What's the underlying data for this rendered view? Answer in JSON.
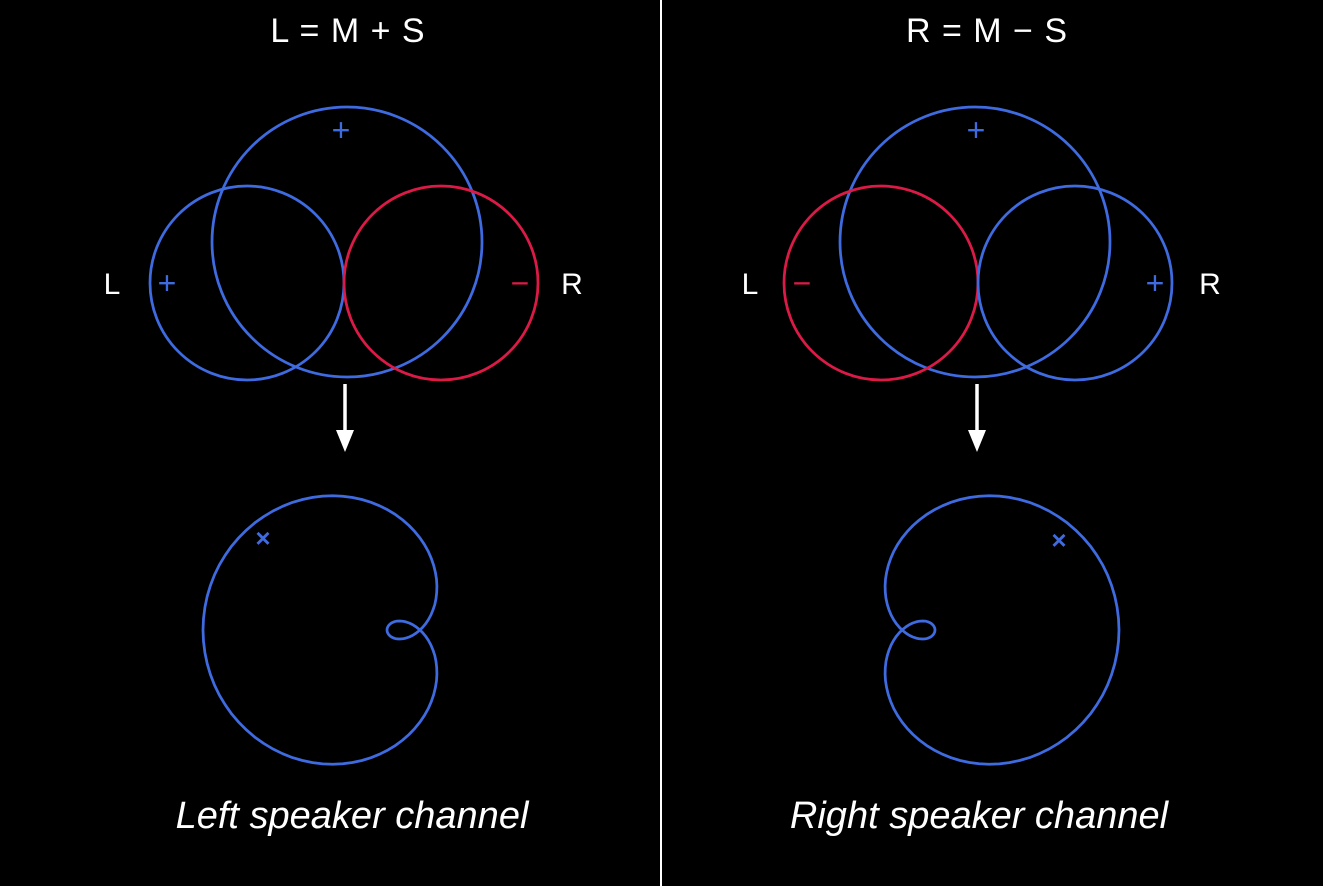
{
  "colors": {
    "background": "#000000",
    "blue": "#3f6be0",
    "red": "#dc1a47",
    "white": "#ffffff"
  },
  "panels": [
    {
      "title": "L = M + S",
      "caption": "Left speaker channel",
      "mid_sign": "+",
      "left_lobe_sign": "+",
      "right_lobe_sign": "−",
      "left_label": "L",
      "right_label": "R",
      "mic_marker": "×"
    },
    {
      "title": "R = M − S",
      "caption": "Right speaker channel",
      "mid_sign": "+",
      "left_lobe_sign": "−",
      "right_lobe_sign": "+",
      "left_label": "L",
      "right_label": "R",
      "mic_marker": "×"
    }
  ]
}
